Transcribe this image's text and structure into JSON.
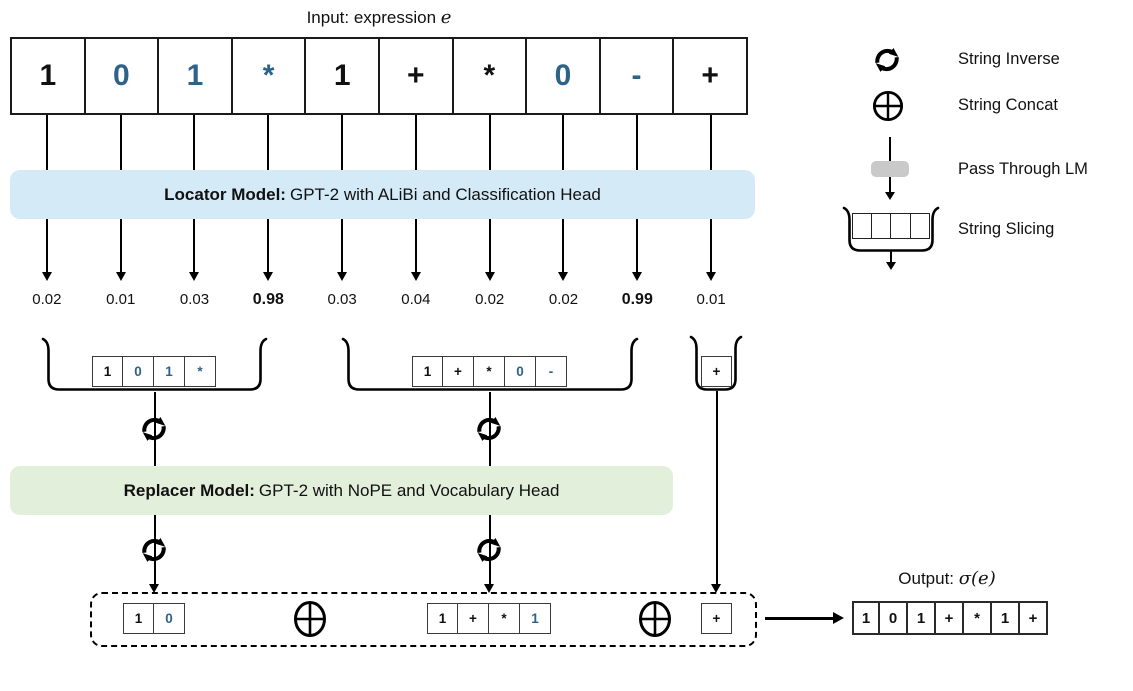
{
  "colors": {
    "blue_token": "#2E6389",
    "black_token": "#111111",
    "locator_bg": "#D4EAF7",
    "replacer_bg": "#E2EFDA",
    "passthrough_gray": "#C9C9C9"
  },
  "input": {
    "label_prefix": "Input: expression ",
    "label_var": "e",
    "tokens": [
      {
        "t": "1",
        "blue": false
      },
      {
        "t": "0",
        "blue": true
      },
      {
        "t": "1",
        "blue": true
      },
      {
        "t": "*",
        "blue": true
      },
      {
        "t": "1",
        "blue": false
      },
      {
        "t": "+",
        "blue": false
      },
      {
        "t": "*",
        "blue": false
      },
      {
        "t": "0",
        "blue": true
      },
      {
        "t": "-",
        "blue": true
      },
      {
        "t": "+",
        "blue": false
      }
    ]
  },
  "locator": {
    "name": "Locator Model:",
    "desc": "GPT-2 with ALiBi and Classification Head"
  },
  "probabilities": [
    {
      "v": "0.02",
      "bold": false
    },
    {
      "v": "0.01",
      "bold": false
    },
    {
      "v": "0.03",
      "bold": false
    },
    {
      "v": "0.98",
      "bold": true
    },
    {
      "v": "0.03",
      "bold": false
    },
    {
      "v": "0.04",
      "bold": false
    },
    {
      "v": "0.02",
      "bold": false
    },
    {
      "v": "0.02",
      "bold": false
    },
    {
      "v": "0.99",
      "bold": true
    },
    {
      "v": "0.01",
      "bold": false
    }
  ],
  "slices": [
    {
      "tokens": [
        {
          "t": "1",
          "blue": false
        },
        {
          "t": "0",
          "blue": true
        },
        {
          "t": "1",
          "blue": true
        },
        {
          "t": "*",
          "blue": true
        }
      ]
    },
    {
      "tokens": [
        {
          "t": "1",
          "blue": false
        },
        {
          "t": "+",
          "blue": false
        },
        {
          "t": "*",
          "blue": false
        },
        {
          "t": "0",
          "blue": true
        },
        {
          "t": "-",
          "blue": true
        }
      ]
    },
    {
      "tokens": [
        {
          "t": "+",
          "blue": false
        }
      ]
    }
  ],
  "replacer": {
    "name": "Replacer Model:",
    "desc": "GPT-2 with NoPE and Vocabulary Head"
  },
  "concat": {
    "groups": [
      {
        "tokens": [
          {
            "t": "1",
            "blue": false
          },
          {
            "t": "0",
            "blue": true
          }
        ]
      },
      {
        "tokens": [
          {
            "t": "1",
            "blue": false
          },
          {
            "t": "+",
            "blue": false
          },
          {
            "t": "*",
            "blue": false
          },
          {
            "t": "1",
            "blue": true
          }
        ]
      },
      {
        "tokens": [
          {
            "t": "+",
            "blue": false
          }
        ]
      }
    ]
  },
  "output": {
    "label_prefix": "Output: ",
    "label_var": "σ(e)",
    "tokens": [
      {
        "t": "1",
        "blue": false
      },
      {
        "t": "0",
        "blue": false
      },
      {
        "t": "1",
        "blue": false
      },
      {
        "t": "+",
        "blue": false
      },
      {
        "t": "*",
        "blue": false
      },
      {
        "t": "1",
        "blue": false
      },
      {
        "t": "+",
        "blue": false
      }
    ]
  },
  "legend": {
    "items": [
      {
        "icon": "string-inverse-icon",
        "label": "String Inverse"
      },
      {
        "icon": "string-concat-icon",
        "label": "String Concat"
      },
      {
        "icon": "pass-through-lm-icon",
        "label": "Pass Through LM"
      },
      {
        "icon": "string-slicing-icon",
        "label": "String Slicing"
      }
    ]
  }
}
